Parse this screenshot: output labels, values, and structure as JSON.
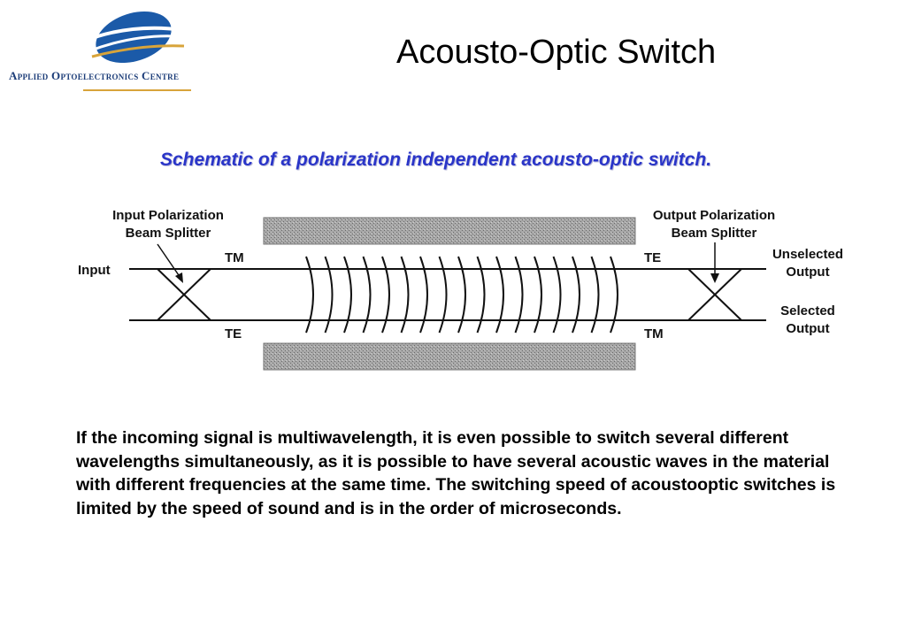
{
  "header": {
    "logo_text": "Applied Optoelectronics Centre",
    "title": "Acousto-Optic Switch"
  },
  "figure": {
    "caption": "Schematic of a polarization independent acousto-optic switch.",
    "labels": {
      "input_pbs_line1": "Input Polarization",
      "input_pbs_line2": "Beam Splitter",
      "output_pbs_line1": "Output Polarization",
      "output_pbs_line2": "Beam Splitter",
      "input": "Input",
      "tm_top_left": "TM",
      "te_bottom_left": "TE",
      "te_top_right": "TE",
      "tm_bottom_right": "TM",
      "unselected_line1": "Unselected",
      "unselected_line2": "Output",
      "selected_line1": "Selected",
      "selected_line2": "Output"
    },
    "acoustic_wavefront_count": 17
  },
  "body": {
    "paragraph": "If the incoming signal is multiwavelength, it is even possible to switch several different wavelengths simultaneously, as it is possible to have several acoustic waves in the material with different frequencies at the same time. The switching speed of acoustooptic switches is limited by the speed of sound and is in the order of microseconds."
  },
  "colors": {
    "logo_blue": "#1b5aa8",
    "logo_gold": "#d8a43a",
    "caption_blue": "#2a35c8"
  }
}
